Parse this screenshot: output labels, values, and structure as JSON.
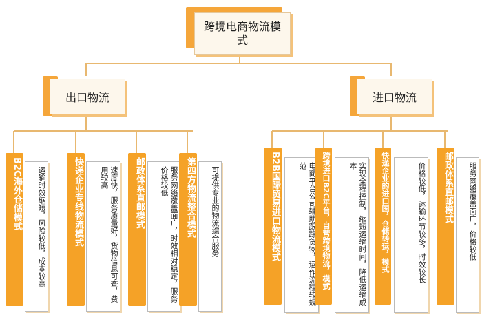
{
  "root": {
    "title": "跨境电商物流模式"
  },
  "groups": [
    {
      "title": "出口物流",
      "items": [
        {
          "name": "B2C海外仓储模式",
          "desc": "运输时效缩短，风险较低，成本较高"
        },
        {
          "name": "快递企业专线物流模式",
          "desc": "速度快，服务质量好，货物信息可查，费用较高"
        },
        {
          "name": "邮政体系直邮模式",
          "desc": "服务网络覆盖面广，时效相对稳定，服务价格较低"
        },
        {
          "name": "第四方物流整合模式",
          "desc": "可提供专业的物流综合服务"
        }
      ]
    },
    {
      "title": "进口物流",
      "items": [
        {
          "name": "B2B国际贸易进口物流模式",
          "desc": "电商平台公司辅助跟踪货物，运作流程较规范"
        },
        {
          "name": "跨境进口B2C平台，自营跨境物流，模式",
          "desc": "实现全程控制，缩短运输时间，降低运输成本"
        },
        {
          "name": "快递企业的进口国，仓储转运，模式",
          "desc": "价格较低，运输环节较多，时效较长"
        },
        {
          "name": "邮政体系直邮模式",
          "desc": "服务网络覆盖面广，价格较低"
        }
      ]
    }
  ],
  "colors": {
    "accent": "#f5a227",
    "line": "#e8b870"
  }
}
